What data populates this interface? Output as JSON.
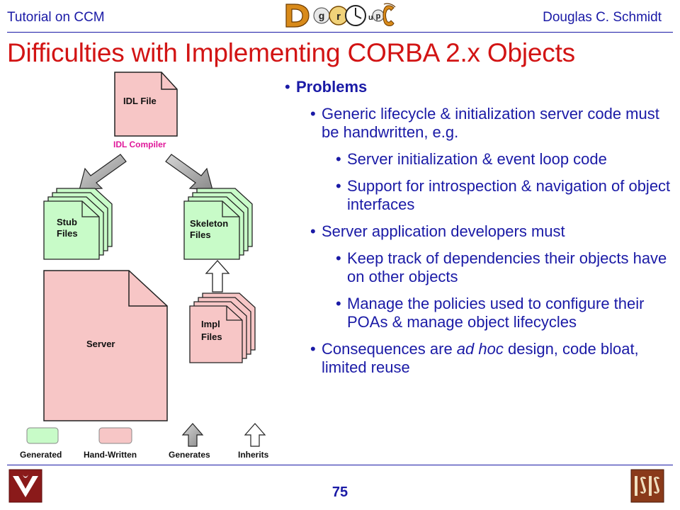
{
  "header": {
    "left": "Tutorial on CCM",
    "right": "Douglas C. Schmidt",
    "logo_letters": [
      "D",
      "g",
      "r",
      "o",
      "u",
      "p",
      "C"
    ]
  },
  "title": "Difficulties with Implementing CORBA 2.x Objects",
  "diagram": {
    "idl_file": "IDL File",
    "idl_compiler": "IDL Compiler",
    "stub_files": [
      "Stub",
      "Files"
    ],
    "skeleton_files": [
      "Skeleton",
      "Files"
    ],
    "impl_files": [
      "Impl",
      "Files"
    ],
    "server": "Server",
    "legend": {
      "generated": "Generated",
      "hand_written": "Hand-Written",
      "generates": "Generates",
      "inherits": "Inherits"
    },
    "colors": {
      "generated": "#c8fbc8",
      "hand_written": "#f7c6c6",
      "arrow_generates": "#a0a0a0",
      "arrow_inherits": "#ffffff",
      "compiler_text": "#e0189a"
    }
  },
  "bullets": {
    "problems": "Problems",
    "generic": "Generic lifecycle & initialization server code must be handwritten, e.g.",
    "server_init": "Server initialization & event loop code",
    "introspection": "Support for introspection & navigation of object interfaces",
    "developers": "Server application developers must",
    "dependencies": "Keep track of dependencies their objects have on other objects",
    "policies": "Manage the policies used to configure their POAs & manage object lifecycles",
    "consequences_pre": "Consequences are ",
    "consequences_em": "ad hoc",
    "consequences_post": " design, code bloat, limited reuse"
  },
  "footer": {
    "page_number": "75"
  },
  "colors": {
    "text_blue": "#1a1aa6",
    "title_red": "#d21414"
  }
}
